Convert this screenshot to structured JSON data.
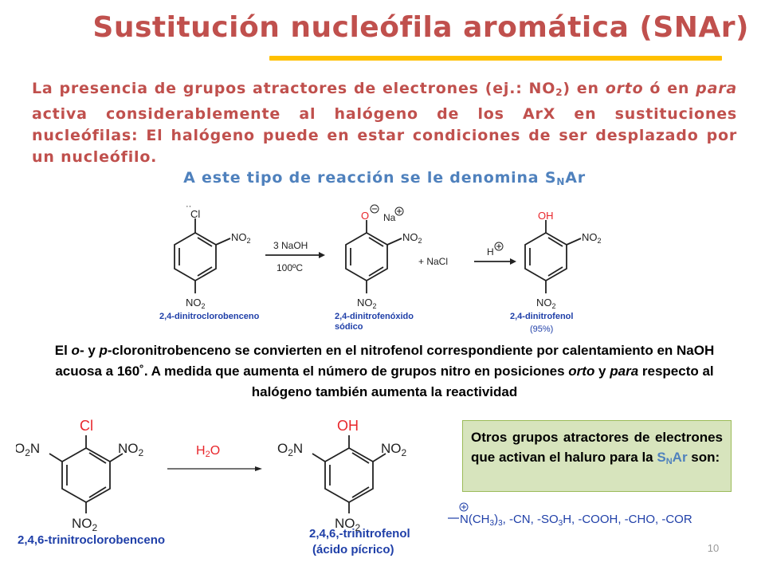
{
  "title": "Sustitución nucleófila aromática (SNAr)",
  "intro": {
    "part1": "La presencia de grupos atractores de electrones (ej.: NO",
    "sub": "2",
    "part2": ") en ",
    "orto": "orto",
    "part3": " ó en ",
    "para": "para",
    "part4": " activa considerablemente al halógeno de los ArX en sustituciones nucleófilas: El halógeno puede en estar condiciones de ser desplazado por un nucleófilo."
  },
  "snar_line": {
    "text": "A este tipo de reacción se le denomina S",
    "sub": "N",
    "suffix": "Ar"
  },
  "scheme1": {
    "reactant_name": "2,4-dinitroclorobenceno",
    "reagent": "3 NaOH",
    "condition": "100ºC",
    "intermediate_name_line1": "2,4-dinitrofenóxido",
    "intermediate_name_line2": "sódico",
    "byproduct": "+    NaCl",
    "acid_reagent": "H",
    "product_name": "2,4-dinitrofenol",
    "yield": "(95%)",
    "cl_label": "Cl",
    "o_label": "O",
    "na_label": "Na",
    "oh_label": "OH",
    "no2_label": "NO",
    "no2_sub": "2"
  },
  "paragraph2": {
    "p1": "El ",
    "o": "o",
    "p2": "- y ",
    "p": "p",
    "p3": "-cloronitrobenceno se convierten en el nitrofenol correspondiente por calentamiento en NaOH acuosa a 160˚. A medida que aumenta el número de grupos nitro en posiciones ",
    "orto": "orto",
    "p4": " y ",
    "para": "para",
    "p5": " respecto al halógeno también aumenta la reactividad"
  },
  "scheme2": {
    "reactant_name": "2,4,6-trinitroclorobenceno",
    "reagent": "H2O",
    "product_name": "2,4,6,-trinitrofenol",
    "product_common": "(ácido pícrico)",
    "cl_label": "Cl",
    "oh_label": "OH"
  },
  "note": {
    "text": "Otros grupos atractores de electrones que activan el haluro para la ",
    "snar_s": "S",
    "snar_sub": "N",
    "snar_ar": "Ar",
    "suffix": " son:"
  },
  "groups_text": "N(CH3)3, -CN, -SO3H, -COOH, -CHO, -COR",
  "page_number": "10",
  "colors": {
    "title": "#c0504d",
    "accent_bar": "#ffc000",
    "snar": "#4f81bd",
    "chem_label": "#1f3fa8",
    "red_label": "#e8262b",
    "note_bg": "#d7e4bd"
  }
}
